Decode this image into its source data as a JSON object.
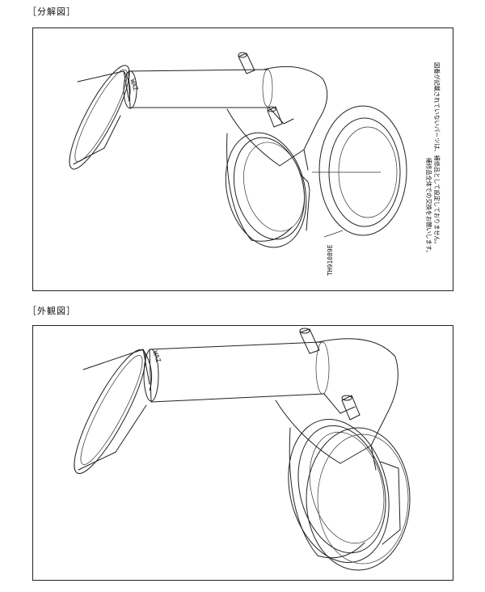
{
  "exploded": {
    "title": "［分解図］",
    "part_number": "TH91089E",
    "notes": [
      "図番が記載されていないパーツは、補修品として設定しておりません。",
      "補修品全体での交換をお願いします。"
    ]
  },
  "assembled": {
    "title": "［外観図］"
  }
}
